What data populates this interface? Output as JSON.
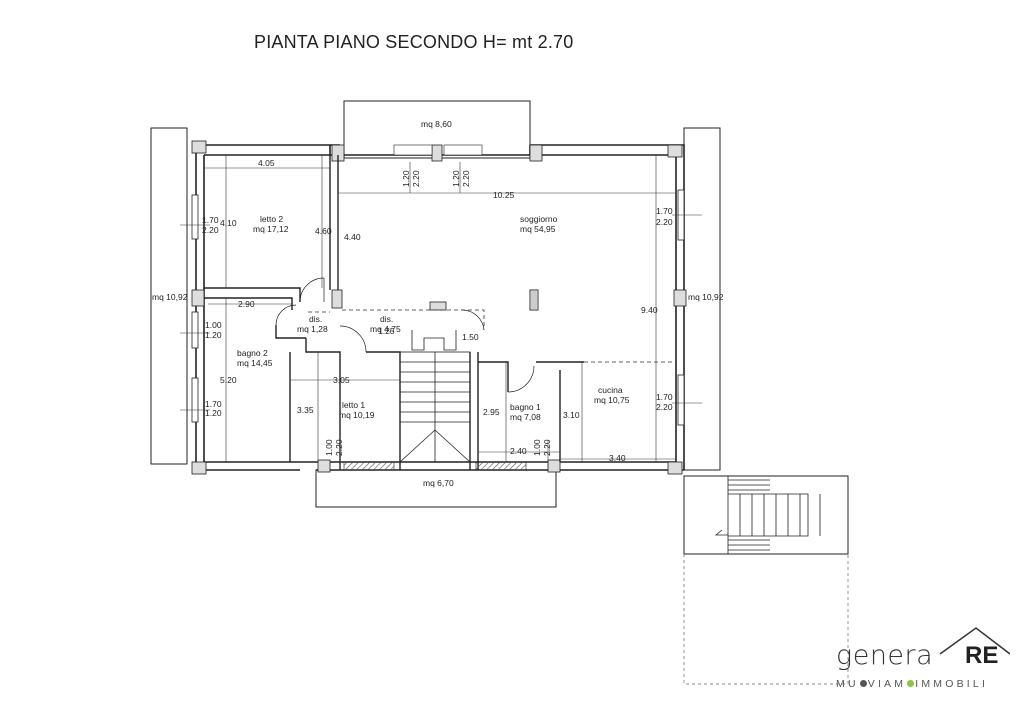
{
  "title": "PIANTA PIANO SECONDO    H= mt 2.70",
  "rooms": {
    "terrace_top": "mq 8,60",
    "terrace_bottom": "mq 6,70",
    "balcony_left": "mq 10,92",
    "balcony_right": "mq 10,92",
    "letto2_name": "letto 2",
    "letto2_area": "mq 17,12",
    "soggiorno_name": "soggiorno",
    "soggiorno_area": "mq 54,95",
    "dis1_name": "dis.",
    "dis1_area": "mq 1,28",
    "dis2_name": "dis.",
    "dis2_area": "mq 4,75",
    "bagno2_name": "bagno 2",
    "bagno2_area": "mq 14,45",
    "letto1_name": "letto 1",
    "letto1_area": "mq 10,19",
    "bagno1_name": "bagno 1",
    "bagno1_area": "mq 7,08",
    "cucina_name": "cucina",
    "cucina_area": "mq 10,75"
  },
  "dimensions": {
    "d405": "4.05",
    "d1025": "10.25",
    "d410": "4.10",
    "d460": "4.60",
    "d440": "4.40",
    "d290": "2.90",
    "d940": "9.40",
    "d520": "5.20",
    "d305": "3.05",
    "d335": "3.35",
    "d295": "2.95",
    "d310": "3.10",
    "d240": "2.40",
    "d340": "3.40",
    "d125": "1.25",
    "d150": "1.50"
  },
  "windows": {
    "w_top1_a": "1.20",
    "w_top1_b": "2.20",
    "w_top2_a": "1.20",
    "w_top2_b": "2.20",
    "w_l1_a": "1.70",
    "w_l1_b": "2.20",
    "w_r1_a": "1.70",
    "w_r1_b": "2.20",
    "w_l2_a": "1.00",
    "w_l2_b": "1.20",
    "w_l3_a": "1.70",
    "w_l3_b": "1.20",
    "w_r2_a": "1.70",
    "w_r2_b": "2.20",
    "w_b1_a": "1.00",
    "w_b1_b": "2.20",
    "w_b2_a": "1.00",
    "w_b2_b": "2.20"
  },
  "logo": {
    "word": "genera",
    "mark": "RE",
    "sub_1": "MU",
    "sub_2": "VIAM",
    "sub_3": "IMMOBILI"
  }
}
